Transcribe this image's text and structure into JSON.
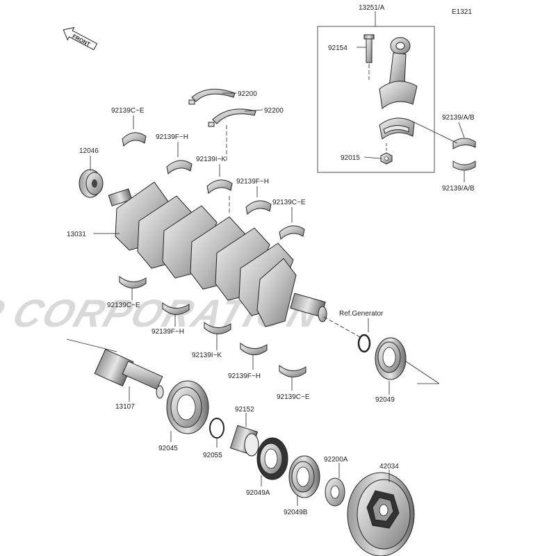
{
  "diagram_id": "E1321",
  "front_label": "FRONT",
  "watermark": "JSP CORPORATION",
  "labels": {
    "conrod": "13251/A",
    "bolt": "92154",
    "nut": "92015",
    "conrod_bearing_1": "92139/A/B",
    "conrod_bearing_2": "92139/A/B",
    "thrust_1": "92200",
    "thrust_2": "92200",
    "upper_ce_1": "92139C~E",
    "upper_fh_1": "92139F~H",
    "upper_ik_1": "92139I~K",
    "upper_fh_2": "92139F~H",
    "upper_ce_2": "92139C~E",
    "gear": "12046",
    "crankshaft": "13031",
    "lower_ce_1": "92139C~E",
    "lower_fh_1": "92139F~H",
    "lower_ik_1": "92139I~K",
    "lower_fh_2": "92139F~H",
    "lower_ce_2": "92139C~E",
    "ref_generator": "Ref.Generator",
    "seal_right": "92049",
    "shaft": "13107",
    "bearing": "92045",
    "ring": "92055",
    "collar": "92152",
    "seal_a": "92049A",
    "seal_b": "92049B",
    "washer": "92200A",
    "coupling": "42034"
  }
}
